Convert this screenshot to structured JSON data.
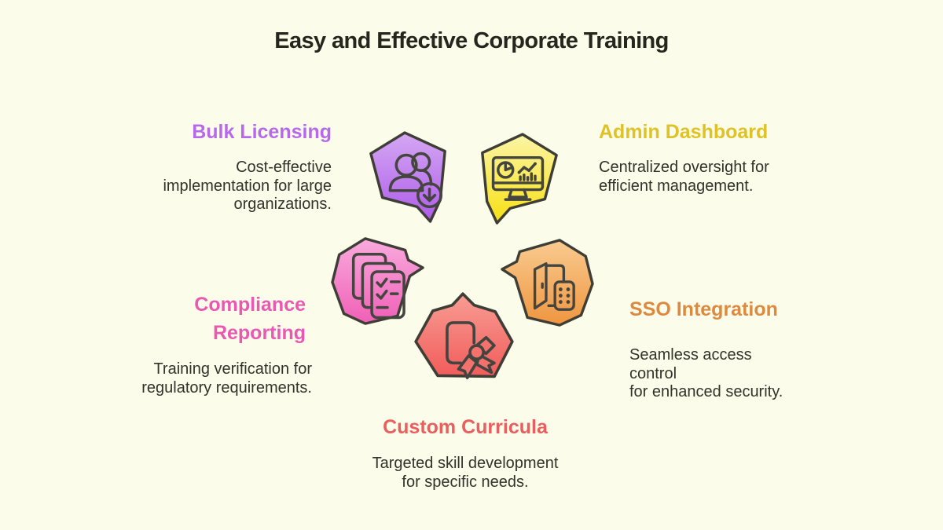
{
  "colors": {
    "background": "#FCFCEA",
    "title_text": "#26251E",
    "body_text": "#33322B",
    "shape_outline": "#3E3E36",
    "icon_stroke": "#454540"
  },
  "title": "Easy and Effective Corporate Training",
  "features": [
    {
      "id": "bulk-licensing",
      "heading": "Bulk Licensing",
      "heading_color": "#B769EB",
      "body": "Cost-effective\nimplementation for large\norganizations.",
      "icon": "users-download-icon",
      "shape": {
        "gradient_top": "#D4A8F3",
        "gradient_bottom": "#AE5BE9"
      }
    },
    {
      "id": "admin-dashboard",
      "heading": "Admin Dashboard",
      "heading_color": "#DFC226",
      "body": "Centralized oversight for\nefficient management.",
      "icon": "dashboard-monitor-icon",
      "shape": {
        "gradient_top": "#FAF5A6",
        "gradient_bottom": "#F8E013"
      }
    },
    {
      "id": "compliance-reporting",
      "heading": "Compliance\nReporting",
      "heading_color": "#E959B2",
      "body": "Training verification for\nregulatory requirements.",
      "icon": "checklist-documents-icon",
      "shape": {
        "gradient_top": "#F9ABDE",
        "gradient_bottom": "#F05FB6"
      }
    },
    {
      "id": "sso-integration",
      "heading": "SSO Integration",
      "heading_color": "#DE8A3E",
      "body": "Seamless access\ncontrol\nfor enhanced security.",
      "icon": "door-keypad-icon",
      "shape": {
        "gradient_top": "#F9CB90",
        "gradient_bottom": "#EF9640"
      }
    },
    {
      "id": "custom-curricula",
      "heading": "Custom Curricula",
      "heading_color": "#EA5E5D",
      "body": "Targeted skill development\nfor specific needs.",
      "icon": "certificate-ribbon-icon",
      "shape": {
        "gradient_top": "#F89D94",
        "gradient_bottom": "#F15C5B",
        "ribbon_fill": "#F4726D"
      }
    }
  ]
}
